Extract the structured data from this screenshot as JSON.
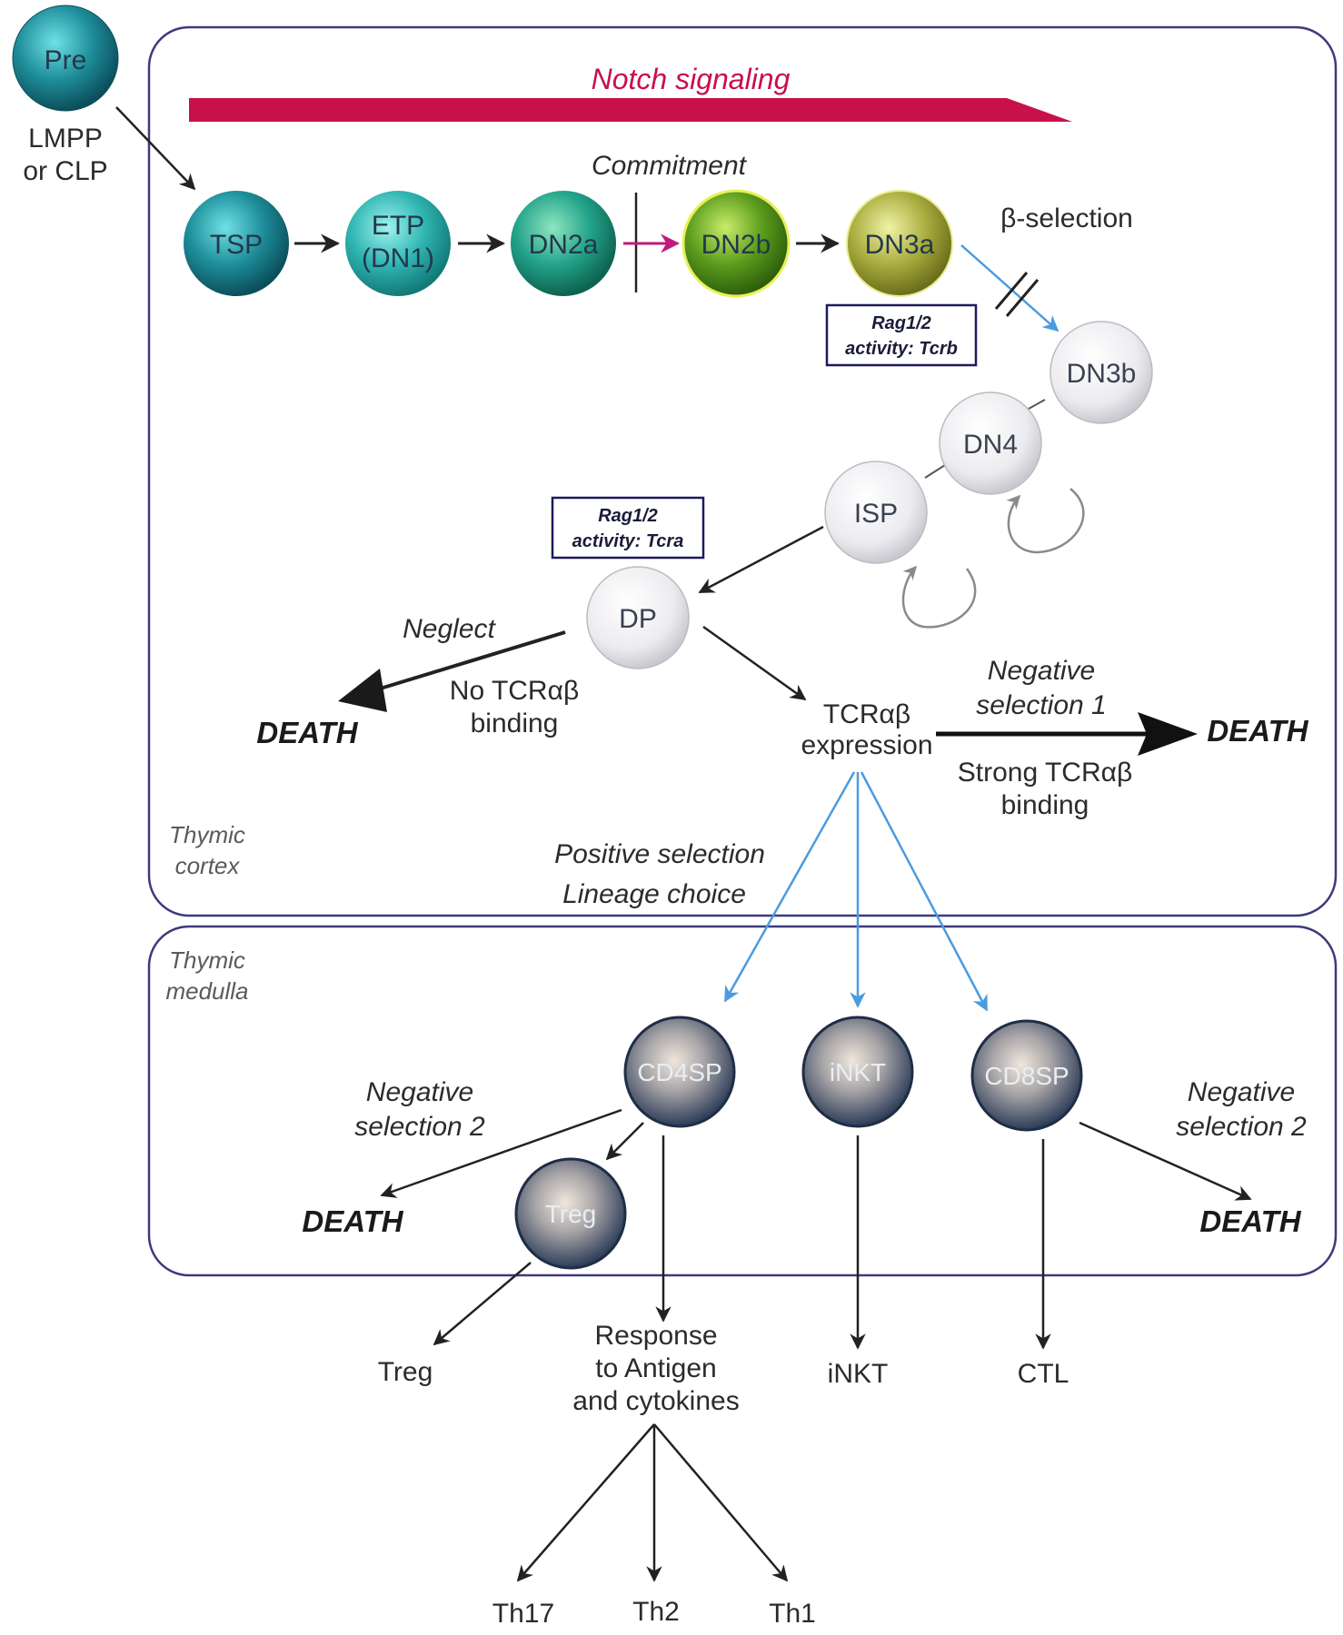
{
  "colors": {
    "notch": "#c8104a",
    "selection_arrow": "#4a9be0",
    "commit_arrow": "#c01a7a",
    "panel_border": "#3d3a7c"
  },
  "progenitor": {
    "cell": "Pre",
    "label_line1": "LMPP",
    "label_line2": "or CLP"
  },
  "notch_label": "Notch signaling",
  "commitment_label": "Commitment",
  "beta_selection_label": "β-selection",
  "early_cells": {
    "tsp": "TSP",
    "etp_line1": "ETP",
    "etp_line2": "(DN1)",
    "dn2a": "DN2a",
    "dn2b": "DN2b",
    "dn3a": "DN3a"
  },
  "rag_box_1": {
    "line1": "Rag1/2",
    "line2": "activity: Tcrb"
  },
  "rag_box_2": {
    "line1": "Rag1/2",
    "line2": "activity: Tcra"
  },
  "late_cells": {
    "dn3b": "DN3b",
    "dn4": "DN4",
    "isp": "ISP",
    "dp": "DP"
  },
  "neglect": {
    "title": "Neglect",
    "binding_line1": "No TCRαβ",
    "binding_line2": "binding",
    "death": "DEATH"
  },
  "tcr_expression": {
    "line1": "TCRαβ",
    "line2": "expression"
  },
  "negative_selection_1": {
    "line1": "Negative",
    "line2": "selection 1",
    "binding_line1": "Strong TCRαβ",
    "binding_line2": "binding",
    "death": "DEATH"
  },
  "cortex_label": {
    "line1": "Thymic",
    "line2": "cortex"
  },
  "positive_selection": {
    "line1": "Positive selection",
    "line2": "Lineage choice"
  },
  "medulla_label": {
    "line1": "Thymic",
    "line2": "medulla"
  },
  "sp_cells": {
    "cd4sp": "CD4SP",
    "inkt": "iNKT",
    "cd8sp": "CD8SP",
    "treg": "Treg"
  },
  "negative_selection_2_left": {
    "line1": "Negative",
    "line2": "selection 2",
    "death": "DEATH"
  },
  "negative_selection_2_right": {
    "line1": "Negative",
    "line2": "selection 2",
    "death": "DEATH"
  },
  "outputs": {
    "treg": "Treg",
    "response_line1": "Response",
    "response_line2": "to Antigen",
    "response_line3": "and cytokines",
    "inkt": "iNKT",
    "ctl": "CTL"
  },
  "th_subsets": {
    "th17": "Th17",
    "th2": "Th2",
    "th1": "Th1"
  }
}
